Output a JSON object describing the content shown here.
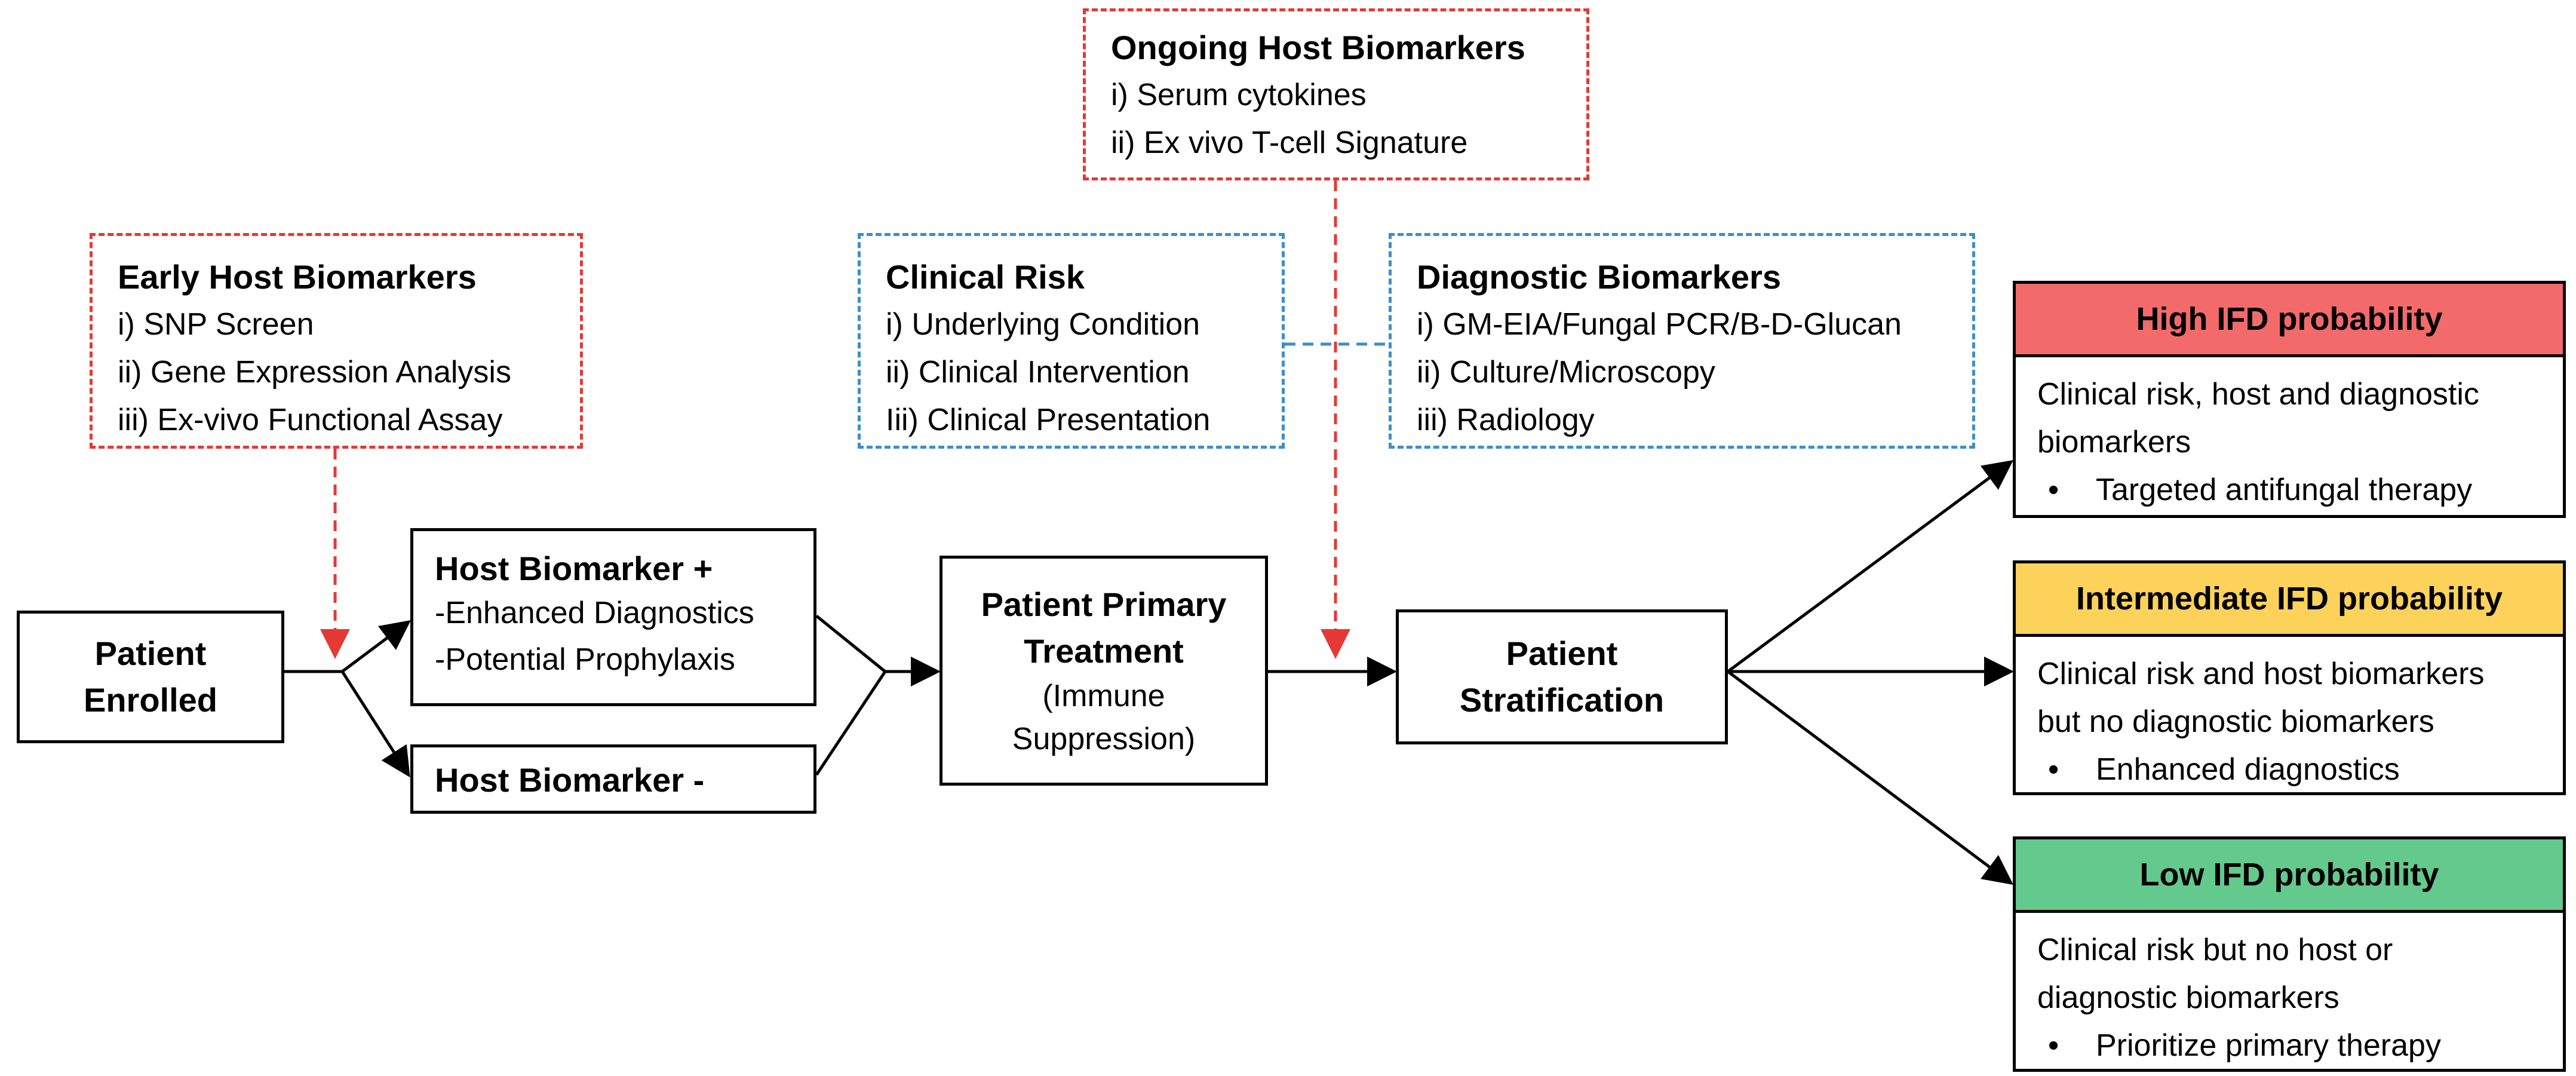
{
  "colors": {
    "high": "#f26a6a",
    "intermediate": "#fcd25a",
    "low": "#63c98c",
    "red_dash": "#e53935",
    "blue_dash": "#3d8fc6"
  },
  "ongoing": {
    "title": "Ongoing Host Biomarkers",
    "items": [
      "i) Serum cytokines",
      "ii) Ex vivo T-cell Signature"
    ]
  },
  "early": {
    "title": "Early Host Biomarkers",
    "items": [
      "i) SNP Screen",
      "ii) Gene Expression Analysis",
      "iii) Ex-vivo Functional Assay"
    ]
  },
  "clinical_risk": {
    "title": "Clinical Risk",
    "items": [
      "i) Underlying Condition",
      "ii) Clinical Intervention",
      "Iii) Clinical Presentation"
    ]
  },
  "diagnostic": {
    "title": "Diagnostic Biomarkers",
    "items": [
      "i) GM-EIA/Fungal PCR/B-D-Glucan",
      "ii) Culture/Microscopy",
      "iii) Radiology"
    ]
  },
  "patient_enrolled": {
    "line1": "Patient",
    "line2": "Enrolled"
  },
  "host_positive": {
    "title": "Host Biomarker +",
    "items": [
      "-Enhanced Diagnostics",
      "-Potential Prophylaxis"
    ]
  },
  "host_negative": {
    "title": "Host Biomarker -"
  },
  "primary_treatment": {
    "line1": "Patient Primary",
    "line2": "Treatment",
    "line3": "(Immune",
    "line4": "Suppression)"
  },
  "stratification": {
    "line1": "Patient",
    "line2": "Stratification"
  },
  "outcomes": {
    "high": {
      "title": "High IFD probability",
      "lines": [
        "Clinical risk, host and diagnostic",
        "biomarkers"
      ],
      "bullet_mark": "•",
      "bullet": "Targeted antifungal therapy"
    },
    "intermediate": {
      "title": "Intermediate IFD probability",
      "lines": [
        "Clinical risk and host biomarkers",
        "but no diagnostic biomarkers"
      ],
      "bullet_mark": "•",
      "bullet": "Enhanced diagnostics"
    },
    "low": {
      "title": "Low IFD probability",
      "lines": [
        "Clinical risk but no host or",
        "diagnostic biomarkers"
      ],
      "bullet_mark": "•",
      "bullet": "Prioritize primary therapy"
    }
  }
}
